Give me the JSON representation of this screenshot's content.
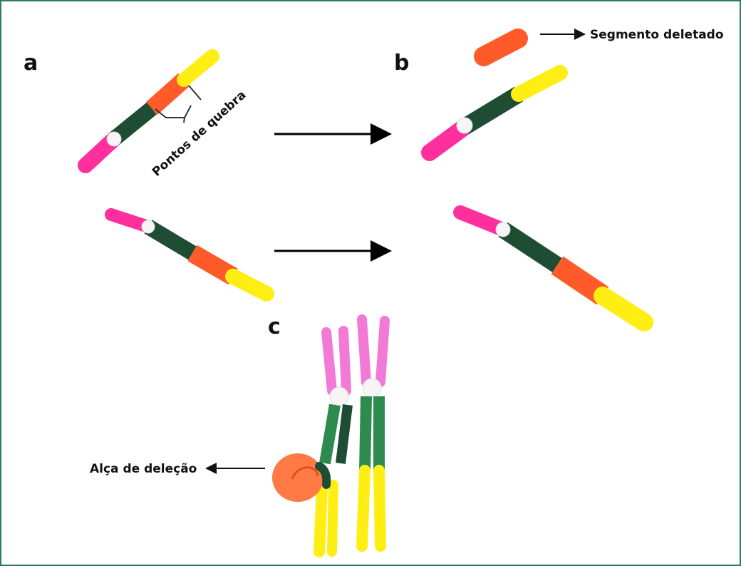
{
  "figure": {
    "panels": {
      "a": "a",
      "b": "b",
      "c": "c"
    },
    "labels": {
      "break_points": "Pontos de quebra",
      "deleted_segment": "Segmento deletado",
      "deletion_loop": "Alça de deleção"
    },
    "colors": {
      "frame": "#2e7d5b",
      "short_arm": "#ff2f9e",
      "short_arm_light": "#f27ad6",
      "centromere": "#f5f5f5",
      "dark_green": "#1f4d34",
      "green": "#2e8b4f",
      "orange": "#ff5a2a",
      "yellow": "#ffee14",
      "arrow": "#000000"
    }
  }
}
